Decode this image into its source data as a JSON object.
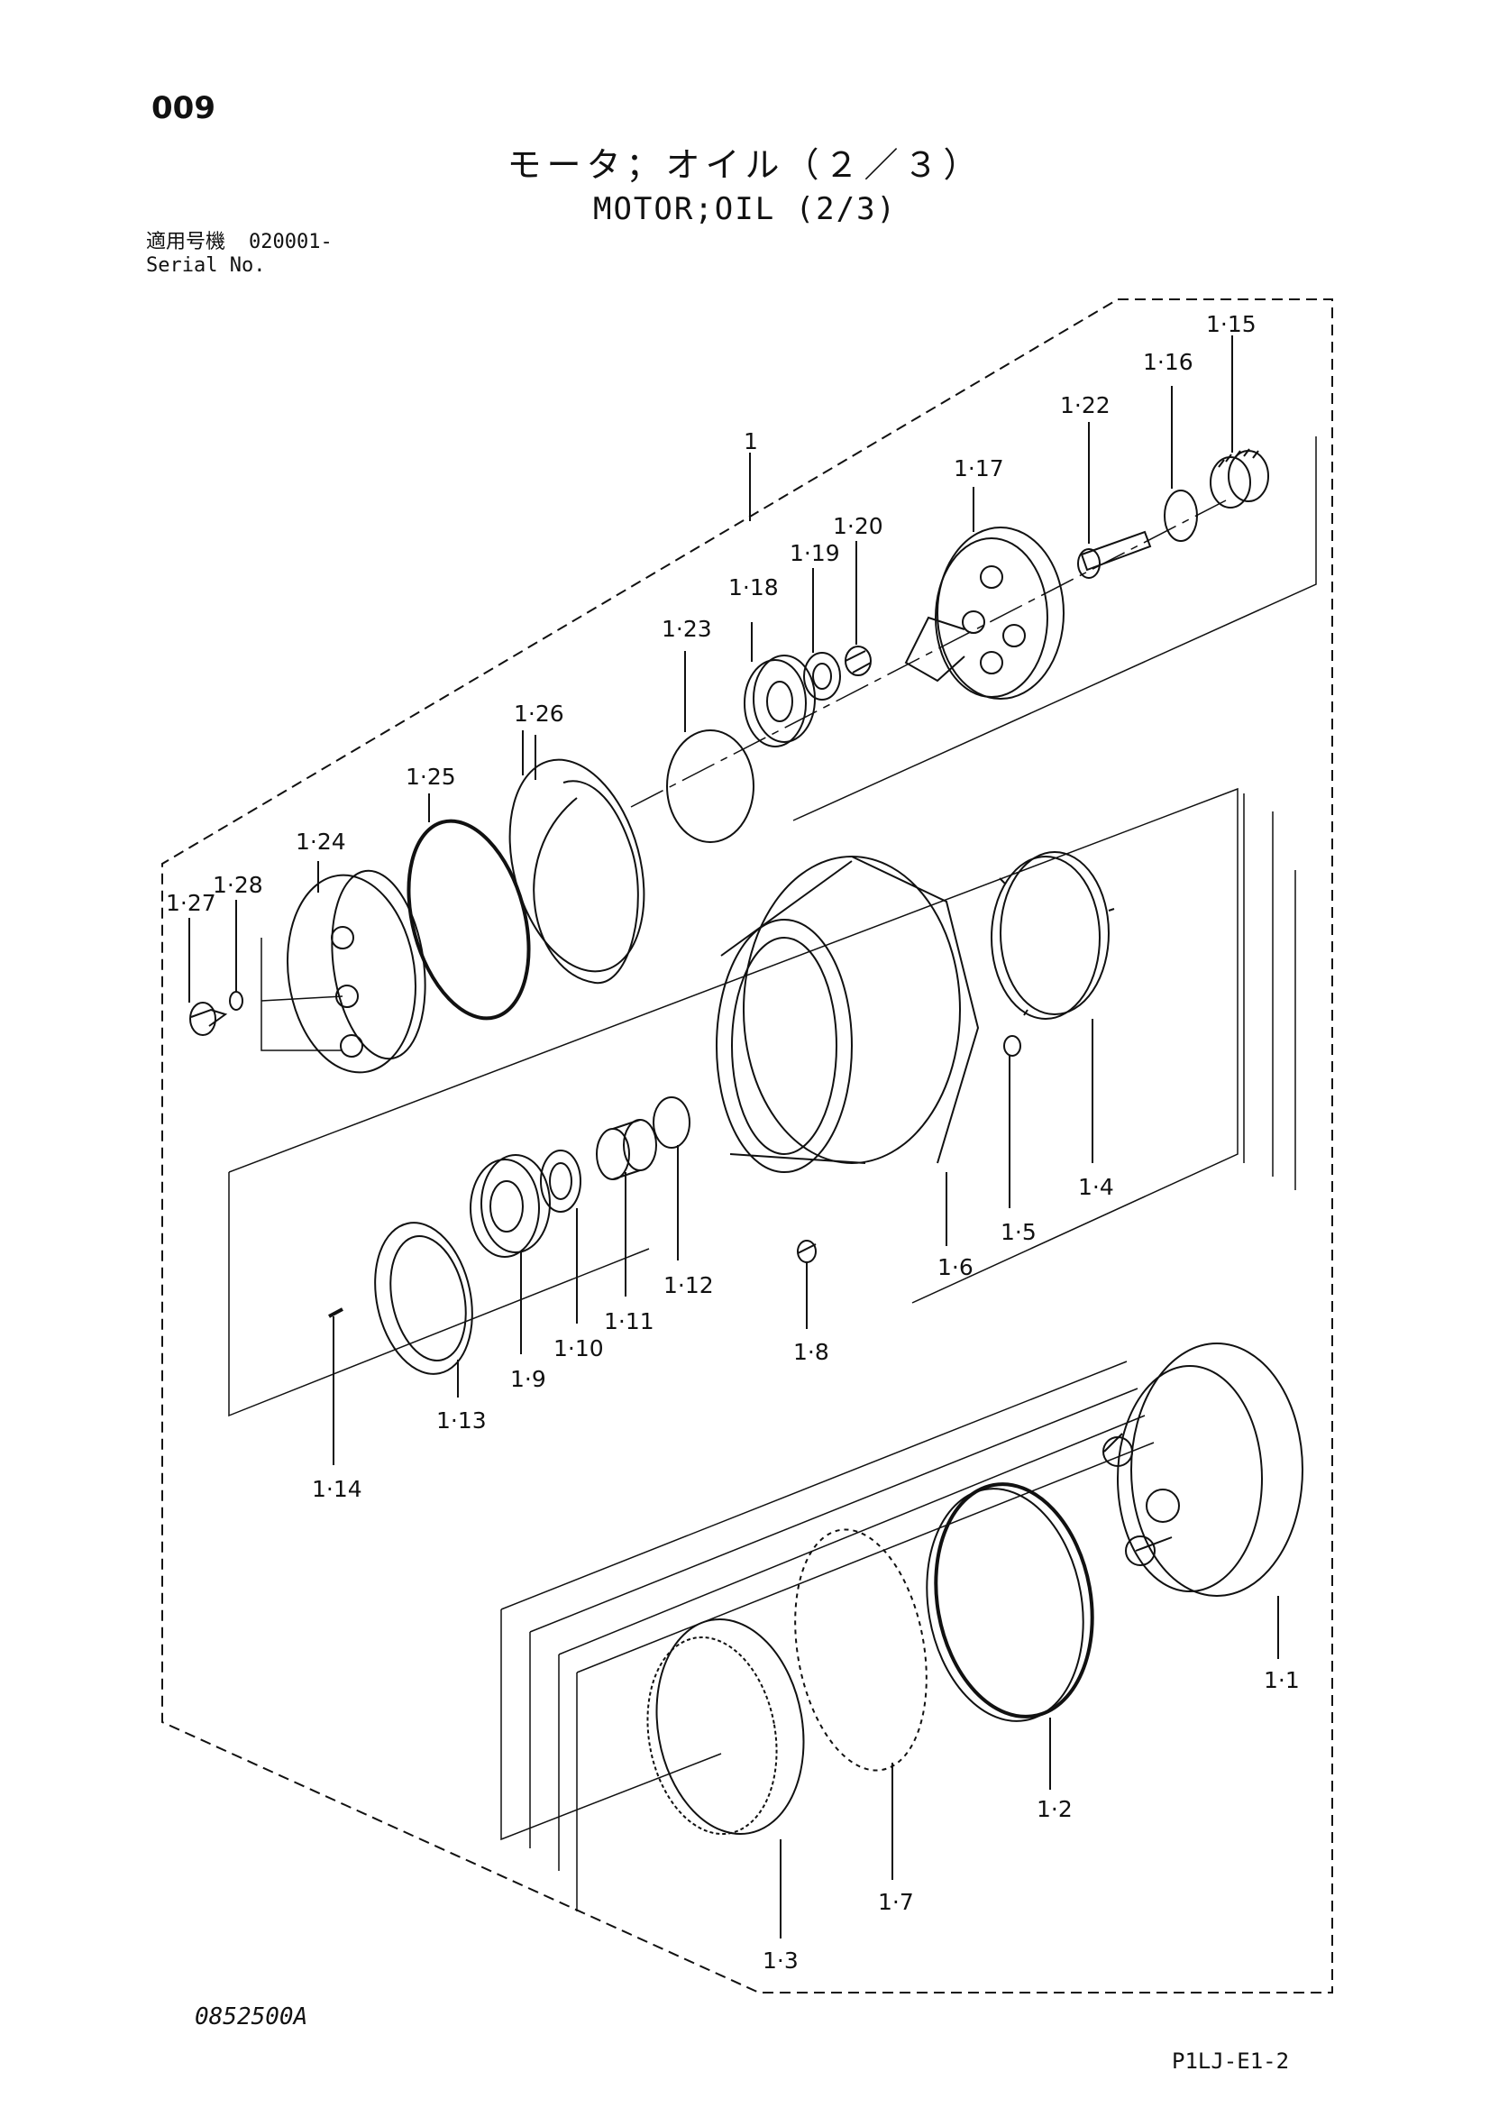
{
  "page_number": "009",
  "title_jp": "モータ；オイル（２／３）",
  "title_en": "MOTOR;OIL (2/3)",
  "serial": {
    "label_jp": "適用号機",
    "label_en": "Serial No.",
    "value": "020001-"
  },
  "doc_code": "0852500A",
  "figure_code": "P1LJ-E1-2",
  "labels": {
    "l1": "1",
    "l1_1": "1·1",
    "l1_2": "1·2",
    "l1_3": "1·3",
    "l1_4": "1·4",
    "l1_5": "1·5",
    "l1_6": "1·6",
    "l1_7": "1·7",
    "l1_8": "1·8",
    "l1_9": "1·9",
    "l1_10": "1·10",
    "l1_11": "1·11",
    "l1_12": "1·12",
    "l1_13": "1·13",
    "l1_14": "1·14",
    "l1_15": "1·15",
    "l1_16": "1·16",
    "l1_17": "1·17",
    "l1_18": "1·18",
    "l1_19": "1·19",
    "l1_20": "1·20",
    "l1_22": "1·22",
    "l1_23": "1·23",
    "l1_24": "1·24",
    "l1_25": "1·25",
    "l1_26": "1·26",
    "l1_27": "1·27",
    "l1_28": "1·28"
  }
}
